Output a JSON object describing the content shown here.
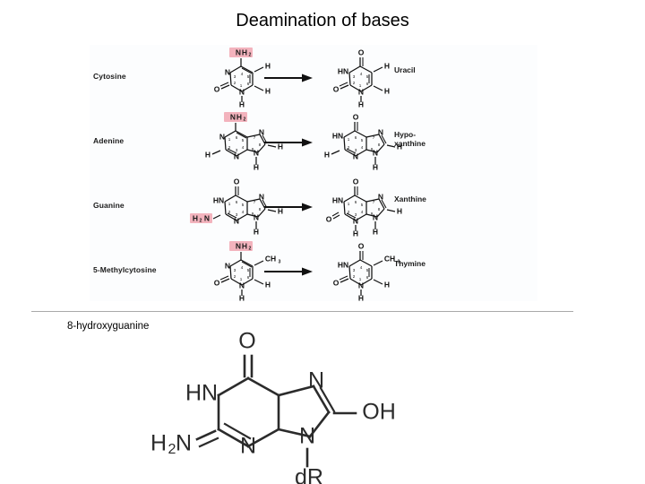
{
  "slide": {
    "title": "Deamination of bases"
  },
  "figure": {
    "reactions": [
      {
        "substrate": "Cytosine",
        "product": "Uracil",
        "substrate_highlight": "NH2",
        "substrate_highlight_position": "top",
        "arrow": "right-arrow"
      },
      {
        "substrate": "Adenine",
        "product": "Hypo-\nxanthine",
        "product_line1": "Hypo-",
        "product_line2": "xanthine",
        "substrate_highlight": "NH2",
        "substrate_highlight_position": "top",
        "arrow": "right-arrow"
      },
      {
        "substrate": "Guanine",
        "product": "Xanthine",
        "substrate_highlight": "H2N",
        "substrate_highlight_position": "left",
        "arrow": "right-arrow"
      },
      {
        "substrate": "5-Methylcytosine",
        "product": "Thymine",
        "substrate_highlight": "NH2",
        "substrate_highlight_position": "top",
        "arrow": "right-arrow"
      }
    ],
    "atom_labels": {
      "nitrogen": "N",
      "hydrogen": "H",
      "oxygen": "O",
      "amine": "NH",
      "amine_sub": "2",
      "amine_left": "N",
      "amine_left_pre": "H",
      "hn": "HN",
      "methyl": "CH",
      "methyl_sub": "3"
    },
    "ring_numbers_pyrimidine": [
      "1",
      "2",
      "3",
      "4",
      "5",
      "6"
    ],
    "ring_numbers_purine": [
      "1",
      "2",
      "3",
      "4",
      "5",
      "6",
      "7",
      "8",
      "9"
    ],
    "colors": {
      "highlight": "#f3b3bd",
      "bond": "#111111",
      "panel_background": "#fcfdfe"
    }
  },
  "lower": {
    "label": "8-hydroxyguanine",
    "structure_atoms": {
      "carbonyl_oxygen": "O",
      "ring_nh": "HN",
      "imidazole_n7": "N",
      "hydroxyl": "OH",
      "amino": "H",
      "amino_sub": "2",
      "amino_n": "N",
      "ring_n3": "N",
      "n9": "N",
      "sugar": "dR"
    },
    "ghost_text": "",
    "divider_color": "#a9a9a9"
  }
}
